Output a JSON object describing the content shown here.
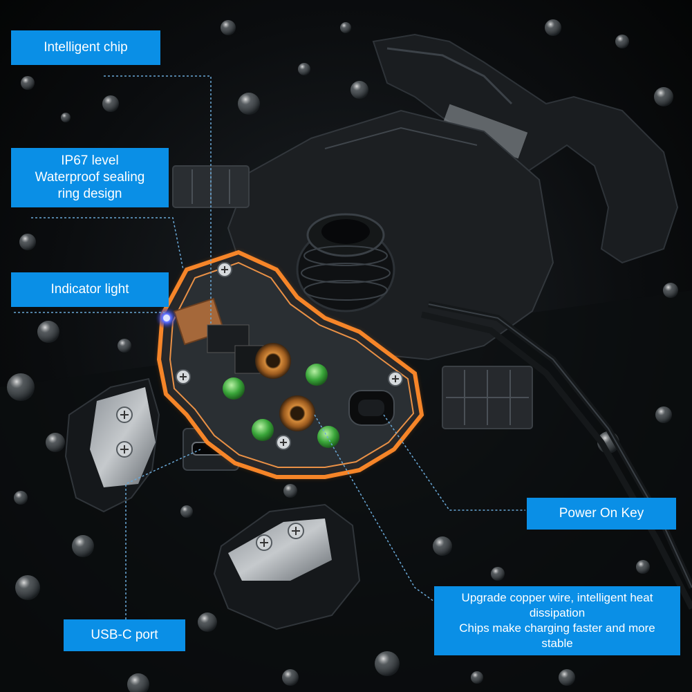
{
  "callouts": {
    "intelligent_chip": "Intelligent chip",
    "ip67": [
      "IP67 level",
      "Waterproof sealing",
      "ring design"
    ],
    "indicator_light": "Indicator light",
    "power_on_key": "Power On Key",
    "copper_wire": [
      "Upgrade copper wire, intelligent heat",
      "dissipation",
      "Chips make charging faster and more",
      "stable"
    ],
    "usb_c_port": "USB-C port"
  },
  "colors": {
    "callout_bg": "#0a8fe6",
    "callout_text": "#ffffff",
    "background": "#050607",
    "glow": "#ff7a1a",
    "indicator": "#3d5cff"
  }
}
